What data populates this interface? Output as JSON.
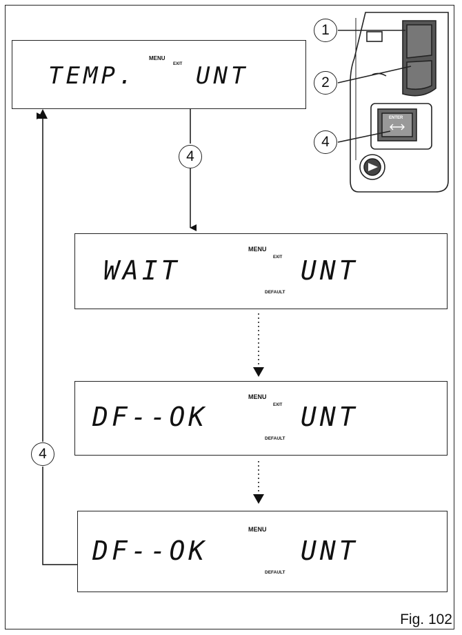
{
  "figure": {
    "label": "Fig. 102"
  },
  "callouts": {
    "c1": "1",
    "c2": "2",
    "c4_handlebar": "4",
    "c4_down": "4",
    "c4_back": "4"
  },
  "switch_panel": {
    "enter_label": "ENTER"
  },
  "screens": [
    {
      "left_text": "TEMP.",
      "menu": "MENU",
      "exit": "EXIT",
      "default": "",
      "right_text": "UNT"
    },
    {
      "left_text": "WAIT",
      "menu": "MENU",
      "exit": "EXIT",
      "default": "DEFAULT",
      "right_text": "UNT"
    },
    {
      "left_text": "DF--OK",
      "menu": "MENU",
      "exit": "EXIT",
      "default": "DEFAULT",
      "right_text": "UNT"
    },
    {
      "left_text": "DF--OK",
      "menu": "MENU",
      "exit": "",
      "default": "DEFAULT",
      "right_text": "UNT"
    }
  ]
}
